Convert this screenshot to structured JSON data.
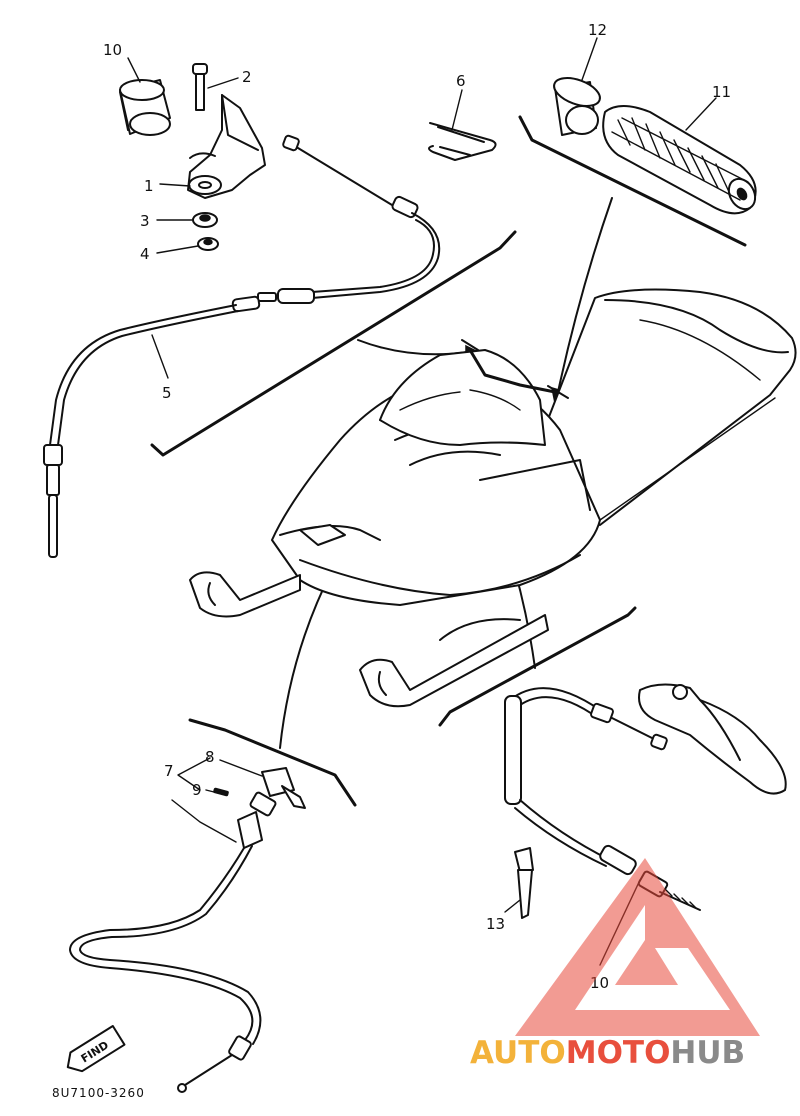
{
  "diagram": {
    "drawing_code": "8U7100-3260",
    "find_tag": "FIND",
    "callouts": {
      "c1": "1",
      "c2": "2",
      "c3": "3",
      "c4": "4",
      "c5": "5",
      "c6": "6",
      "c7": "7",
      "c8": "8",
      "c9": "9",
      "c10a": "10",
      "c10b": "10",
      "c11": "11",
      "c12": "12",
      "c13": "13"
    }
  },
  "watermark": {
    "part1": "AUTO",
    "part2": "MOTO",
    "part3": "HUB",
    "colors": {
      "auto": "#f3b23a",
      "moto": "#e84f3d",
      "hub": "#8a8a8a",
      "triangle": "#e8483a"
    }
  }
}
